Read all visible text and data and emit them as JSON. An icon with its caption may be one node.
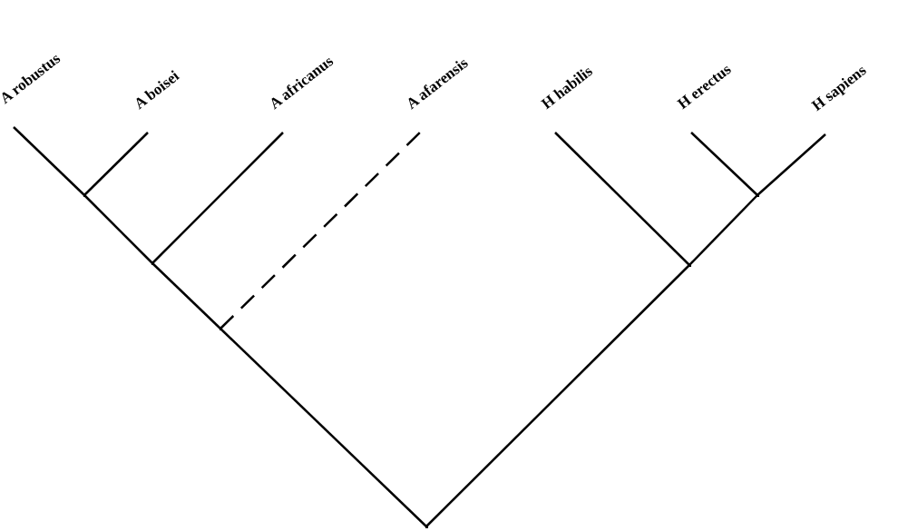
{
  "diagram": {
    "nodes": [
      {
        "text": [
          "A robustus"
        ]
      },
      {
        "text": [
          "A boisei"
        ]
      },
      {
        "text": [
          "A africanus"
        ]
      },
      {
        "text": [
          "A afarensis"
        ]
      },
      {
        "text": [
          "H habilis"
        ]
      },
      {
        "text": [
          "H erectus"
        ]
      },
      {
        "text": [
          "H sapiens"
        ]
      },
      {
        "text": [],
        "shape": "junction"
      },
      {
        "text": [],
        "shape": "junction"
      },
      {
        "text": [],
        "shape": "junction"
      },
      {
        "text": [],
        "shape": "junction"
      },
      {
        "text": [],
        "shape": "junction"
      },
      {
        "text": [],
        "shape": "junction"
      }
    ],
    "edges": [
      {
        "from": 7,
        "to": 8,
        "arrow": "none"
      },
      {
        "from": 8,
        "to": 9,
        "arrow": "none"
      },
      {
        "from": 9,
        "to": 10,
        "arrow": "none"
      },
      {
        "from": 10,
        "to": 0,
        "arrow": "none"
      },
      {
        "from": 10,
        "to": 1,
        "arrow": "none"
      },
      {
        "from": 9,
        "to": 2,
        "arrow": "none"
      },
      {
        "from": 8,
        "to": 3,
        "arrow": "none",
        "style": "dashed"
      },
      {
        "from": 7,
        "to": 11,
        "arrow": "none"
      },
      {
        "from": 11,
        "to": 12,
        "arrow": "none"
      },
      {
        "from": 12,
        "to": 6,
        "arrow": "none"
      },
      {
        "from": 12,
        "to": 5,
        "arrow": "none"
      },
      {
        "from": 11,
        "to": 4,
        "arrow": "none"
      }
    ]
  }
}
